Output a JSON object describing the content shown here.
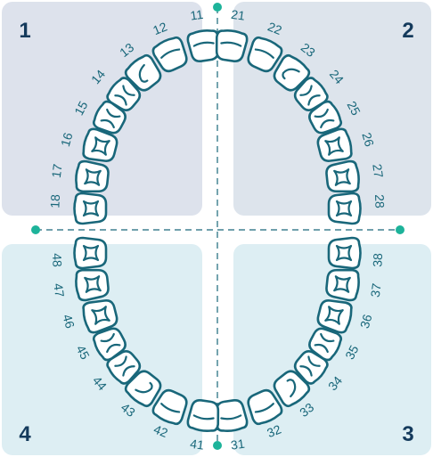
{
  "quadrants": [
    {
      "id": "upper-right",
      "number": "1",
      "color": "#dde2ec"
    },
    {
      "id": "upper-left",
      "number": "2",
      "color": "#dde4ec"
    },
    {
      "id": "lower-left",
      "number": "3",
      "color": "#ddeef3"
    },
    {
      "id": "lower-right",
      "number": "4",
      "color": "#ddeef3"
    }
  ],
  "teeth": {
    "upper_right": [
      {
        "number": "11",
        "type": "incisor"
      },
      {
        "number": "12",
        "type": "incisor"
      },
      {
        "number": "13",
        "type": "canine"
      },
      {
        "number": "14",
        "type": "premolar"
      },
      {
        "number": "15",
        "type": "premolar"
      },
      {
        "number": "16",
        "type": "molar"
      },
      {
        "number": "17",
        "type": "molar"
      },
      {
        "number": "18",
        "type": "molar"
      }
    ],
    "upper_left": [
      {
        "number": "21",
        "type": "incisor"
      },
      {
        "number": "22",
        "type": "incisor"
      },
      {
        "number": "23",
        "type": "canine"
      },
      {
        "number": "24",
        "type": "premolar"
      },
      {
        "number": "25",
        "type": "premolar"
      },
      {
        "number": "26",
        "type": "molar"
      },
      {
        "number": "27",
        "type": "molar"
      },
      {
        "number": "28",
        "type": "molar"
      }
    ],
    "lower_left": [
      {
        "number": "31",
        "type": "incisor"
      },
      {
        "number": "32",
        "type": "incisor"
      },
      {
        "number": "33",
        "type": "canine"
      },
      {
        "number": "34",
        "type": "premolar"
      },
      {
        "number": "35",
        "type": "premolar"
      },
      {
        "number": "36",
        "type": "molar"
      },
      {
        "number": "37",
        "type": "molar"
      },
      {
        "number": "38",
        "type": "molar"
      }
    ],
    "lower_right": [
      {
        "number": "41",
        "type": "incisor"
      },
      {
        "number": "42",
        "type": "incisor"
      },
      {
        "number": "43",
        "type": "canine"
      },
      {
        "number": "44",
        "type": "premolar"
      },
      {
        "number": "45",
        "type": "premolar"
      },
      {
        "number": "46",
        "type": "molar"
      },
      {
        "number": "47",
        "type": "molar"
      },
      {
        "number": "48",
        "type": "molar"
      }
    ]
  },
  "colors": {
    "tooth_stroke": "#19677a",
    "tooth_fill": "#ffffff",
    "label": "#19677a",
    "quadrant_number": "#143a5c",
    "midline": "#19677a",
    "endpoint": "#1db39a"
  }
}
